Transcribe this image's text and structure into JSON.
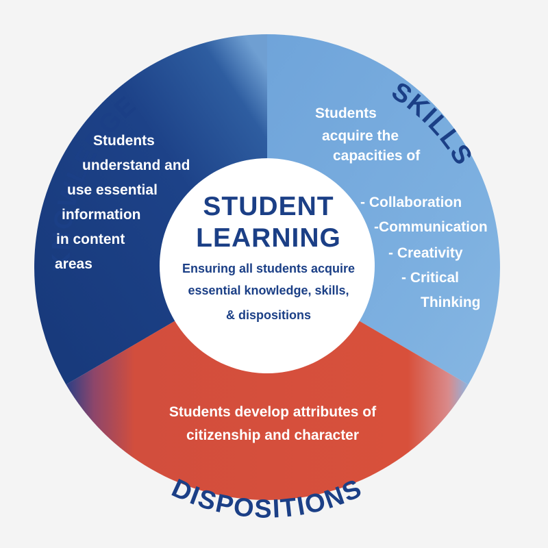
{
  "diagram": {
    "center": {
      "title": [
        "STUDENT",
        "LEARNING"
      ],
      "subtitle": [
        "Ensuring all students acquire",
        "essential knowledge, skills,",
        "& dispositions"
      ]
    },
    "segments": {
      "knowledge": {
        "label": "KNOWLEDGE",
        "text": [
          "Students",
          "understand and",
          "use essential",
          "information",
          "in content",
          "areas"
        ]
      },
      "skills": {
        "label": "SKILLS",
        "text": [
          "Students",
          "acquire the",
          "capacities of"
        ],
        "list": [
          "- Collaboration",
          "-Communication",
          "- Creativity",
          "- Critical",
          "Thinking"
        ]
      },
      "dispositions": {
        "label": "DISPOSITIONS",
        "text": [
          "Students develop attributes of",
          "citizenship and character"
        ]
      }
    },
    "colors": {
      "knowledge": "#1b3f86",
      "skills": "#76abde",
      "dispositions": "#d64f3c",
      "label": "#1b3f86",
      "center": "#ffffff"
    }
  }
}
